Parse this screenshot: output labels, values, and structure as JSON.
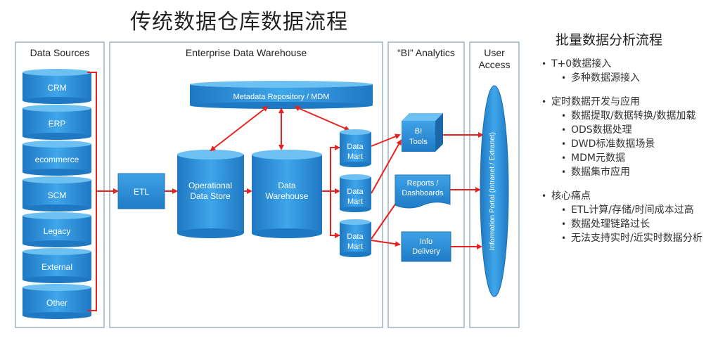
{
  "title": "传统数据仓库数据流程",
  "columns": {
    "sources": "Data Sources",
    "edw": "Enterprise Data Warehouse",
    "bi": "“BI” Analytics",
    "user_line1": "User",
    "user_line2": "Access"
  },
  "sources": [
    "CRM",
    "ERP",
    "ecommerce",
    "SCM",
    "Legacy",
    "External",
    "Other"
  ],
  "etl": "ETL",
  "metadata": "Metadata Repository / MDM",
  "ods_line1": "Operational",
  "ods_line2": "Data Store",
  "dw_line1": "Data",
  "dw_line2": "Warehouse",
  "mart_line1": "Data",
  "mart_line2": "Mart",
  "bi_tools_line1": "BI",
  "bi_tools_line2": "Tools",
  "reports_line1": "Reports /",
  "reports_line2": "Dashboards",
  "info_line1": "Info",
  "info_line2": "Delivery",
  "portal": "Information Portal (Intranet / Extranet)",
  "colors": {
    "accent_red": "#e8231f",
    "box_blue": "#2a8ad4",
    "frame": "#9bb3c6"
  },
  "side": {
    "title": "批量数据分析流程",
    "groups": [
      {
        "label": "T+0数据接入",
        "items": [
          "多种数据源接入"
        ]
      },
      {
        "label": "定时数据开发与应用",
        "items": [
          "数据提取/数据转换/数据加载",
          "ODS数据处理",
          "DWD标准数据场景",
          "MDM元数据",
          "数据集市应用"
        ]
      },
      {
        "label": "核心痛点",
        "items": [
          "ETL计算/存储/时间成本过高",
          "数据处理链路过长",
          "无法支持实时/近实时数据分析"
        ]
      }
    ]
  }
}
